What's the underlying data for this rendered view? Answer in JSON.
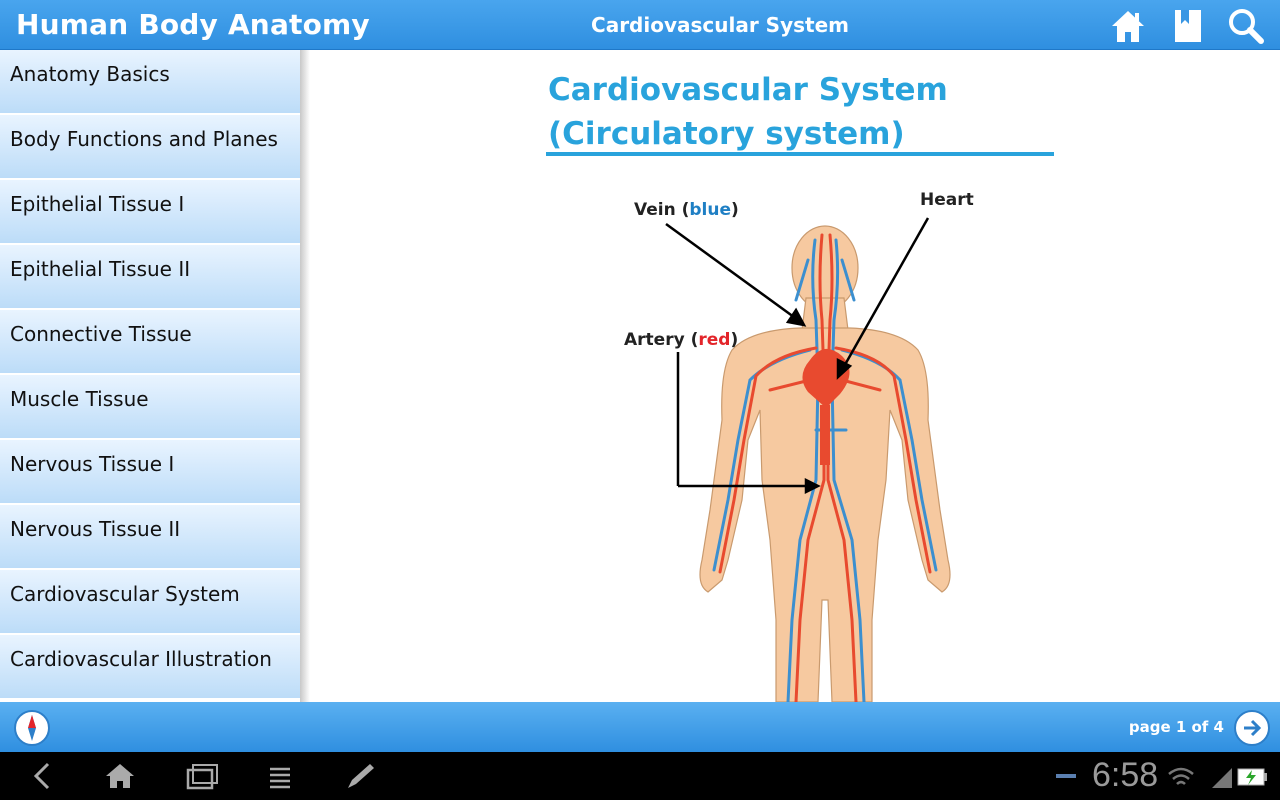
{
  "header": {
    "app_title": "Human Body Anatomy",
    "page_heading": "Cardiovascular System",
    "icons": [
      "home-icon",
      "bookmark-icon",
      "search-icon"
    ]
  },
  "sidebar": {
    "items": [
      {
        "label": "Anatomy Basics"
      },
      {
        "label": "Body Functions and Planes"
      },
      {
        "label": "Epithelial Tissue I"
      },
      {
        "label": "Epithelial Tissue II"
      },
      {
        "label": "Connective Tissue"
      },
      {
        "label": "Muscle Tissue"
      },
      {
        "label": "Nervous Tissue I"
      },
      {
        "label": "Nervous Tissue II"
      },
      {
        "label": "Cardiovascular System"
      },
      {
        "label": "Cardiovascular Illustration"
      }
    ]
  },
  "content": {
    "title_line1": "Cardiovascular System",
    "title_line2": "(Circulatory system)",
    "figure": {
      "vein_label": "Vein (",
      "vein_color_word": "blue",
      "vein_close": ")",
      "artery_label": "Artery (",
      "artery_color_word": "red",
      "artery_close": ")",
      "heart_label": "Heart"
    }
  },
  "footer": {
    "page_indicator": "page 1 of 4"
  },
  "system_bar": {
    "clock": "6:58"
  },
  "colors": {
    "accent": "#2f8fe0",
    "title_blue": "#29a3dc",
    "artery": "#e84a2f",
    "vein": "#3c8fcf",
    "skin": "#f6c9a0"
  }
}
